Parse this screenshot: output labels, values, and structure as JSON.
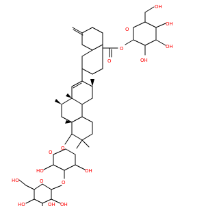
{
  "molecule": {
    "atom_labels": {
      "ester_o": "O",
      "carbonyl_o": "O",
      "gluc_ring_o": "O",
      "gluc_oh_1": "OH",
      "gluc_oh_2": "OH",
      "gluc_oh_3": "OH",
      "gluc_ch2oh": "OH",
      "c3_o": "O",
      "xyl_ring_o": "O",
      "xyl_oh_1": "OH",
      "xyl_oh_2": "HO",
      "xyl_link_o": "O",
      "glc2_ring_o": "O",
      "glc2_oh_1": "OH",
      "glc2_oh_2": "OH",
      "glc2_oh_3": "HO",
      "glc2_ch2oh": "HO"
    },
    "colors": {
      "bond": "#000000",
      "heteroatom": "#ff0000"
    }
  }
}
